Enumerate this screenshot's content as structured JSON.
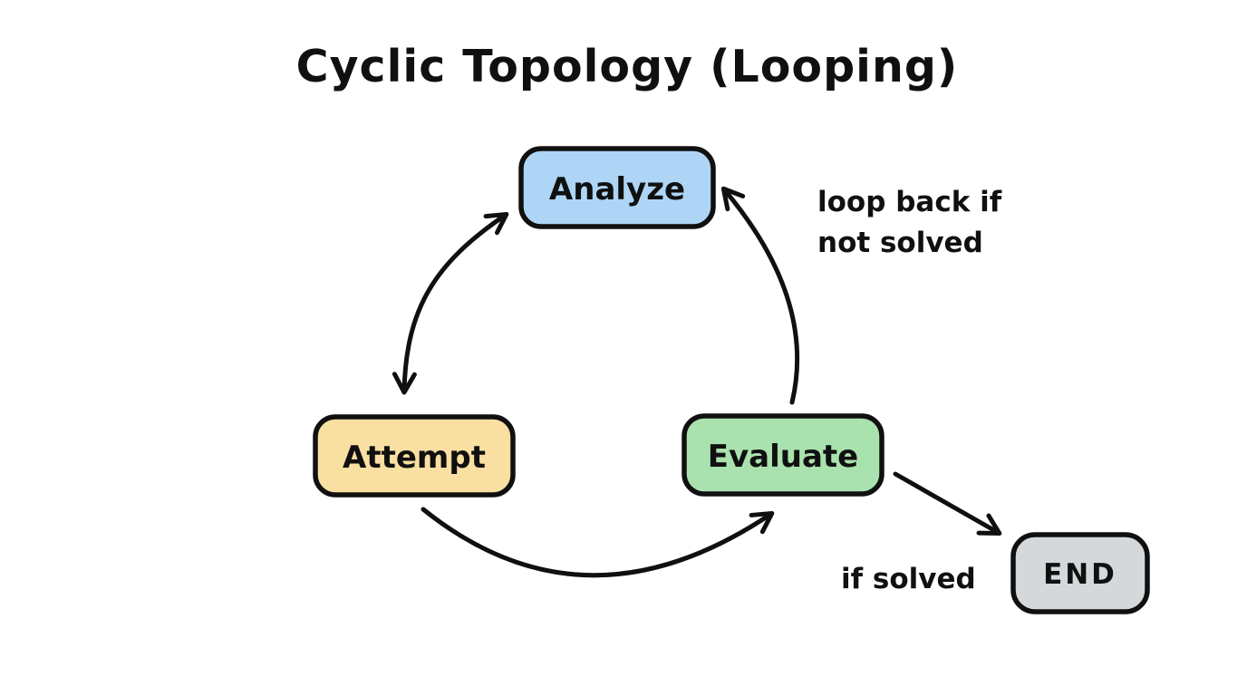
{
  "title": "Cyclic Topology (Looping)",
  "colors": {
    "background": "#ffffff",
    "stroke": "#101010",
    "analyze_fill": "#aed5f6",
    "attempt_fill": "#f9dfa2",
    "evaluate_fill": "#a9e2ae",
    "end_fill": "#d4d8db"
  },
  "nodes": {
    "analyze": {
      "label": "Analyze",
      "fill": "#aed5f6"
    },
    "attempt": {
      "label": "Attempt",
      "fill": "#f9dfa2"
    },
    "evaluate": {
      "label": "Evaluate",
      "fill": "#a9e2ae"
    },
    "end": {
      "label": "END",
      "fill": "#d4d8db"
    }
  },
  "annotations": {
    "loop_back": {
      "lines": [
        "loop back if",
        "not solved"
      ]
    },
    "if_solved": {
      "text": "if solved"
    }
  },
  "edges": [
    {
      "from": "Analyze",
      "to": "Attempt",
      "style": "curved",
      "bidirectional": true,
      "label": ""
    },
    {
      "from": "Attempt",
      "to": "Evaluate",
      "style": "curved",
      "bidirectional": false,
      "label": ""
    },
    {
      "from": "Evaluate",
      "to": "Analyze",
      "style": "curved",
      "bidirectional": false,
      "label": "loop back if not solved"
    },
    {
      "from": "Evaluate",
      "to": "END",
      "style": "straight",
      "bidirectional": false,
      "label": "if solved"
    }
  ]
}
